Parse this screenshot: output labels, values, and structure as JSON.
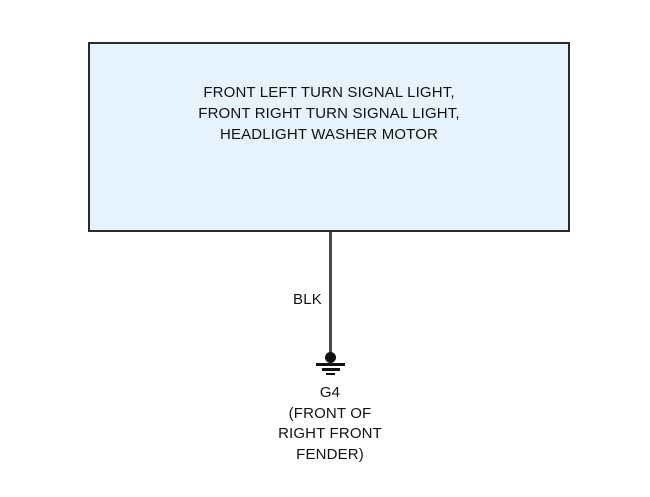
{
  "diagram": {
    "type": "automotive-wiring-ground-diagram",
    "colors": {
      "page_background": "#ffffff",
      "box_fill": "#e6f3fd",
      "box_border": "#2b2b2b",
      "wire": "#4a4a4a",
      "symbol": "#111111",
      "text": "#111111"
    },
    "component_box": {
      "label_lines": [
        "FRONT LEFT TURN SIGNAL LIGHT,",
        "FRONT RIGHT TURN SIGNAL LIGHT,",
        "HEADLIGHT WASHER MOTOR"
      ]
    },
    "wire": {
      "color_code": "BLK"
    },
    "ground": {
      "symbol_name": "chassis-ground-symbol",
      "caption_lines": [
        "G4",
        "(FRONT OF",
        "RIGHT FRONT",
        "FENDER)"
      ],
      "id": "G4",
      "location": "(FRONT OF RIGHT FRONT FENDER)"
    }
  }
}
